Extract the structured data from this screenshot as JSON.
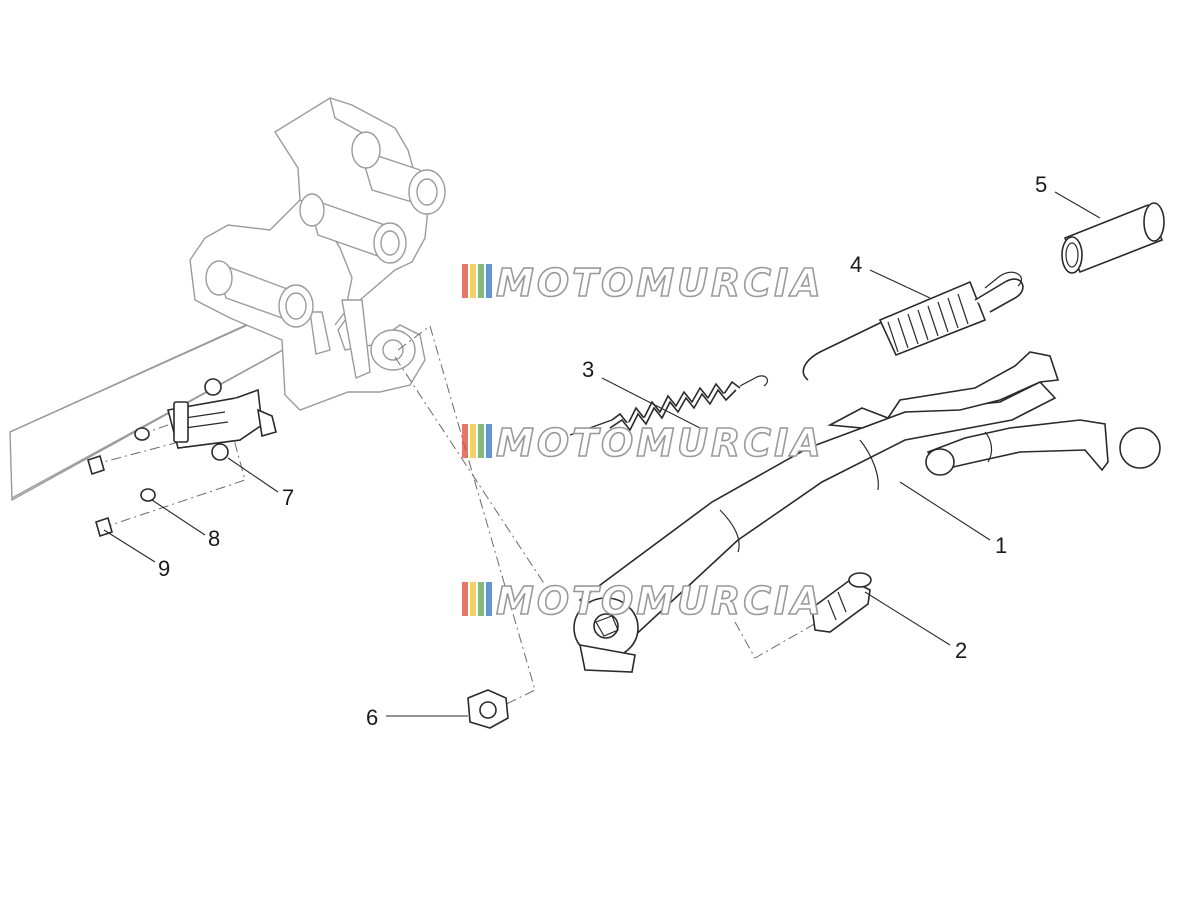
{
  "watermark": {
    "text": "MOTOMURCIA",
    "stripe_colors": [
      "#e04a3a",
      "#f2c230",
      "#58a64b",
      "#2e74c0"
    ]
  },
  "callouts": [
    {
      "id": "1",
      "label": "1"
    },
    {
      "id": "2",
      "label": "2"
    },
    {
      "id": "3",
      "label": "3"
    },
    {
      "id": "4",
      "label": "4"
    },
    {
      "id": "5",
      "label": "5"
    },
    {
      "id": "6",
      "label": "6"
    },
    {
      "id": "7",
      "label": "7"
    },
    {
      "id": "8",
      "label": "8"
    },
    {
      "id": "9",
      "label": "9"
    }
  ]
}
